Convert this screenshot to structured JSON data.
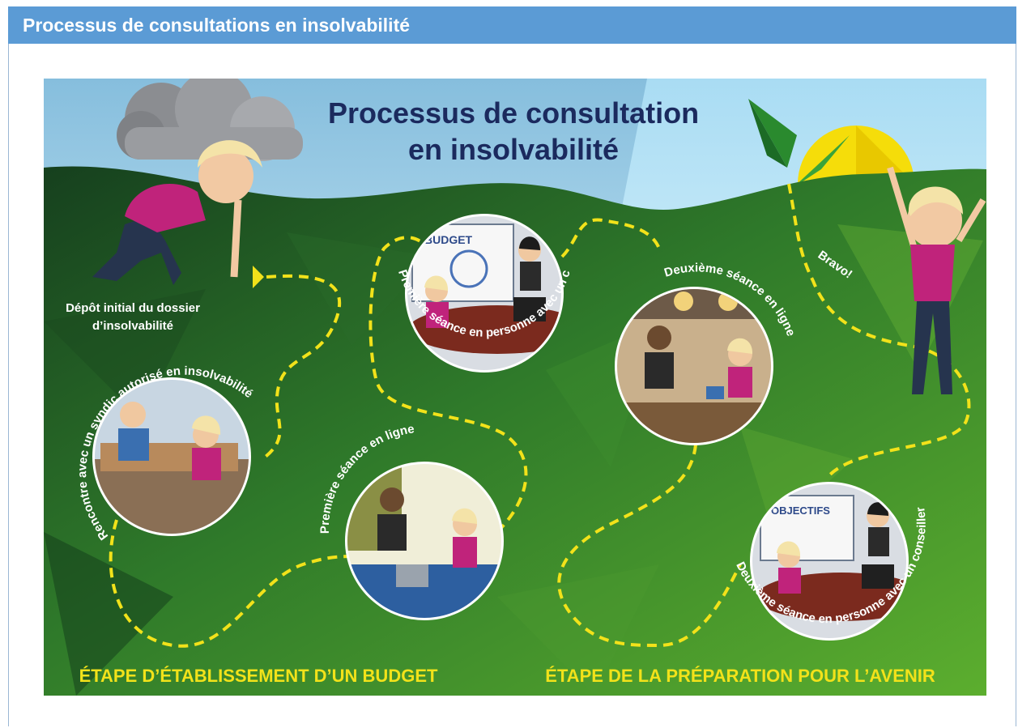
{
  "header": {
    "title": "Processus de consultations en insolvabilité"
  },
  "infographic": {
    "title_line1": "Processus de consultation",
    "title_line2": "en insolvabilité",
    "start_label_line1": "Dépôt initial du dossier",
    "start_label_line2": "d’insolvabilité",
    "steps": [
      {
        "label": "Rencontre avec un syndic autorisé en insolvabilité",
        "scene": "desk-meeting"
      },
      {
        "label": "Première séance en personne avec un conseiller",
        "scene": "budget-board"
      },
      {
        "label": "Première séance en ligne",
        "scene": "video-call"
      },
      {
        "label": "Deuxième séance en ligne",
        "scene": "kitchen-tablet"
      },
      {
        "label": "Deuxième séance en personne avec un conseiller",
        "scene": "objectives-board"
      }
    ],
    "end_label": "Bravo!",
    "board_budget": "BUDGET",
    "board_objectives": "OBJECTIFS",
    "stage_left": "ÉTAPE D’ÉTABLISSEMENT D’UN BUDGET",
    "stage_right": "ÉTAPE DE LA PRÉPARATION POUR L’AVENIR"
  },
  "colors": {
    "header_bg": "#5b9bd5",
    "title_text": "#1b2a5e",
    "path_dash": "#f2e21a",
    "stage_text": "#f2e21a",
    "grass_dark": "#1a4d22",
    "grass_light": "#5cae2e",
    "sun": "#f5dd0a"
  }
}
